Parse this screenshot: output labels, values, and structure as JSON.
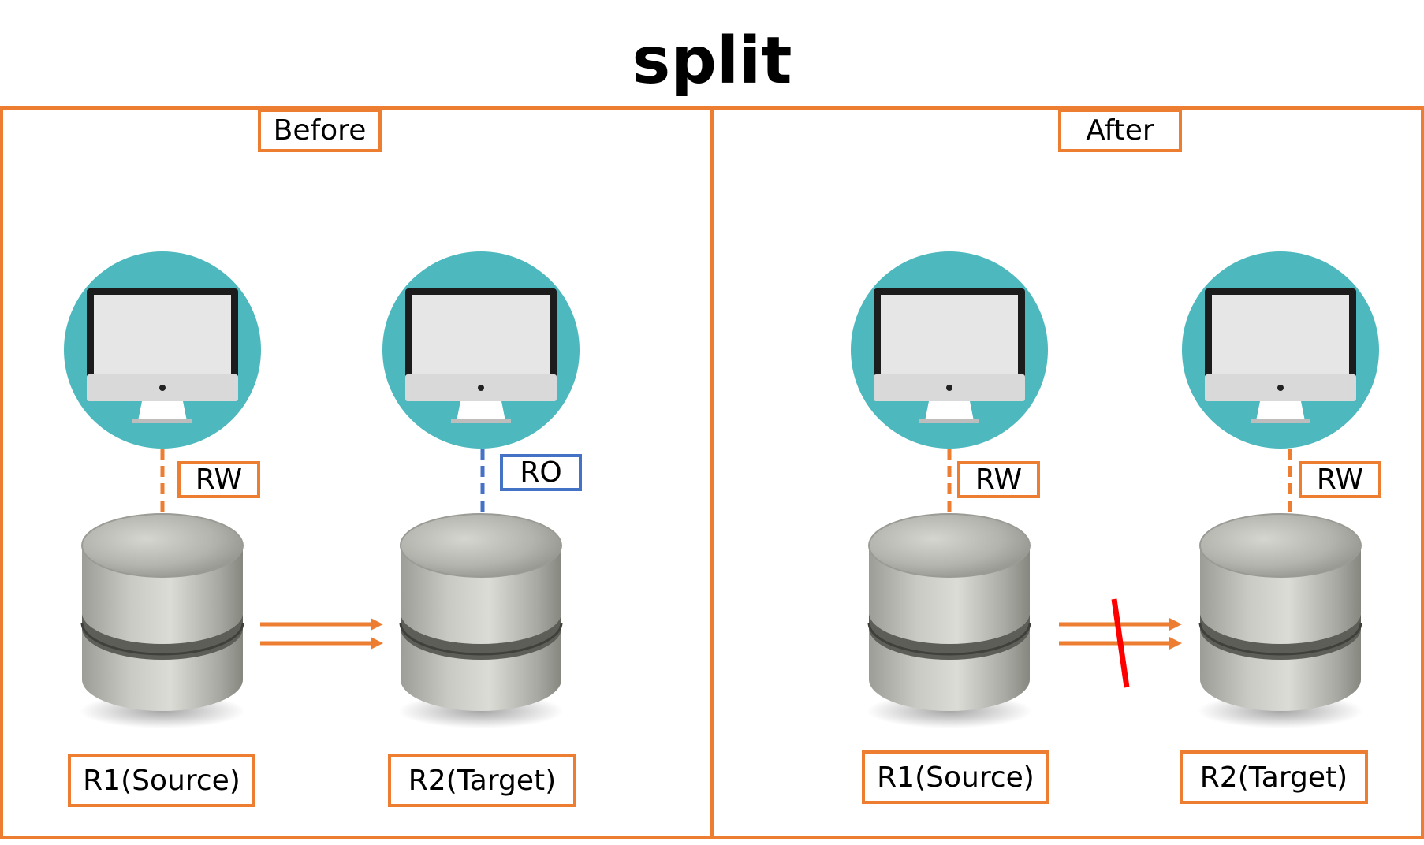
{
  "title": "split",
  "panels": {
    "before": {
      "heading": "Before",
      "source": {
        "name": "R1(Source)",
        "access": "RW"
      },
      "target": {
        "name": "R2(Target)",
        "access": "RO"
      },
      "replication": "active"
    },
    "after": {
      "heading": "After",
      "source": {
        "name": "R1(Source)",
        "access": "RW"
      },
      "target": {
        "name": "R2(Target)",
        "access": "RW"
      },
      "replication": "cut"
    }
  },
  "colors": {
    "frame": "#ED7D31",
    "ro_badge": "#4472C4",
    "cut_mark": "#FF0000",
    "monitor_circle": "#4DB8BD"
  },
  "icons": [
    "computer-monitor-icon",
    "database-cylinder-icon",
    "replication-arrow-icon",
    "cut-mark-icon"
  ]
}
